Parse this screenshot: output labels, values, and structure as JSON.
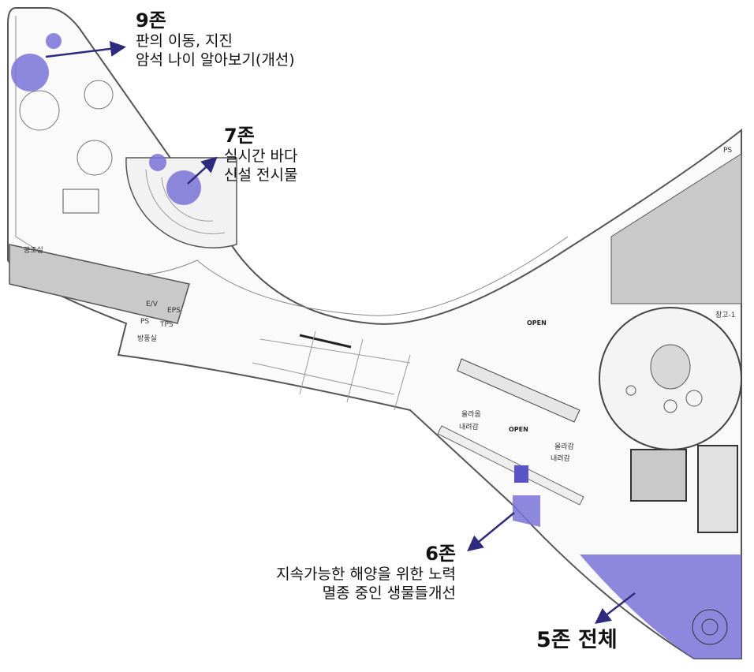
{
  "colors": {
    "highlight": "#5b54c6",
    "highlight_fill": "#7a72d8",
    "arrow": "#2e2a7e",
    "wall": "#555555",
    "grey_block": "#c9c9c9"
  },
  "callouts": {
    "zone9": {
      "title": "9존",
      "lines": [
        "판의 이동, 지진",
        "암석 나이 알아보기(개선)"
      ]
    },
    "zone7": {
      "title": "7존",
      "lines": [
        "실시간 바다",
        "신설 전시물"
      ]
    },
    "zone6": {
      "title": "6존",
      "lines": [
        "지속가능한 해양을 위한 노력",
        "멸종 중인 생물들개선"
      ]
    },
    "zone5": {
      "title": "5존 전체"
    }
  },
  "plan_labels": {
    "open1": "OPEN",
    "open2": "OPEN",
    "ps_top": "PS",
    "ps": "PS",
    "tps": "TPS",
    "eps": "EPS",
    "ev": "E/V",
    "storage": "창고-1",
    "gongjo": "공조실",
    "bangpung": "방풍실",
    "up1": "올라옴",
    "down1": "내려감",
    "up2": "올라감",
    "down2": "내려감"
  }
}
